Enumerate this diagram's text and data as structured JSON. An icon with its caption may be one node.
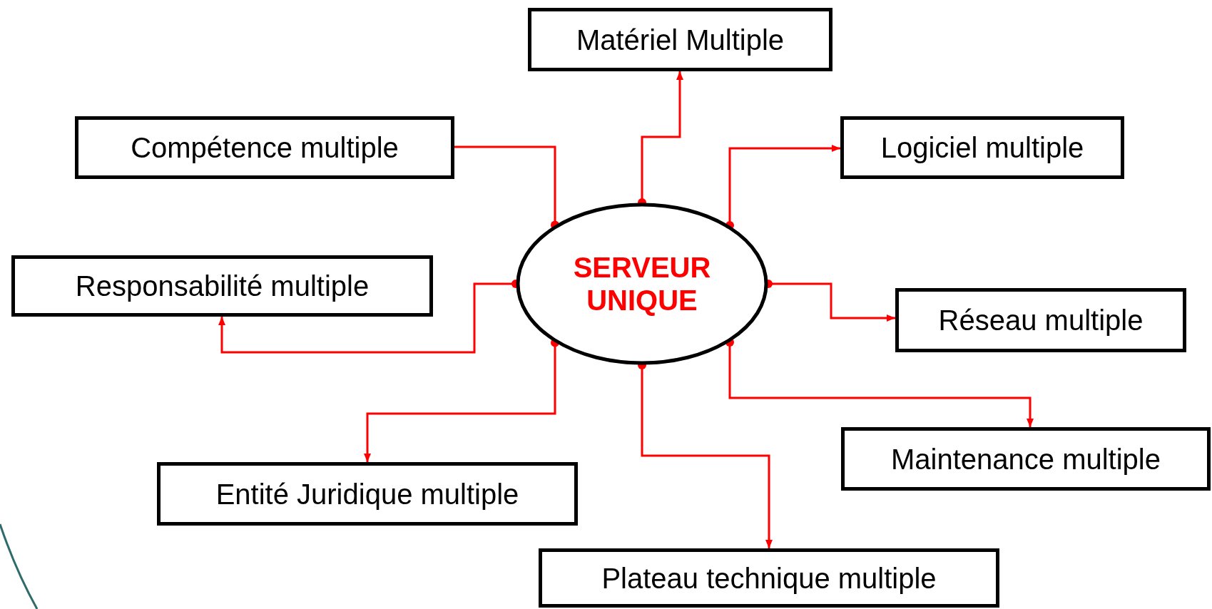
{
  "diagram": {
    "nodes": [
      {
        "text": [
          "Matériel Multiple"
        ]
      },
      {
        "text": [
          "Compétence multiple"
        ]
      },
      {
        "text": [
          "Logiciel multiple"
        ]
      },
      {
        "text": [
          "SERVEUR UNIQUE"
        ]
      },
      {
        "text": [
          "Responsabilité multiple"
        ]
      },
      {
        "text": [
          "Réseau multiple"
        ]
      },
      {
        "text": [
          "Maintenance multiple"
        ]
      },
      {
        "text": [
          "Entité Juridique multiple"
        ]
      },
      {
        "text": [
          "Plateau technique multiple"
        ]
      }
    ],
    "edges": [
      {
        "from": 3,
        "to": 0,
        "arrow": "to"
      },
      {
        "from": 3,
        "to": 1,
        "arrow": "other"
      },
      {
        "from": 3,
        "to": 2,
        "arrow": "to"
      },
      {
        "from": 3,
        "to": 4,
        "arrow": "to"
      },
      {
        "from": 3,
        "to": 5,
        "arrow": "to"
      },
      {
        "from": 3,
        "to": 6,
        "arrow": "to"
      },
      {
        "from": 3,
        "to": 7,
        "arrow": "to"
      },
      {
        "from": 3,
        "to": 8,
        "arrow": "to"
      }
    ]
  }
}
